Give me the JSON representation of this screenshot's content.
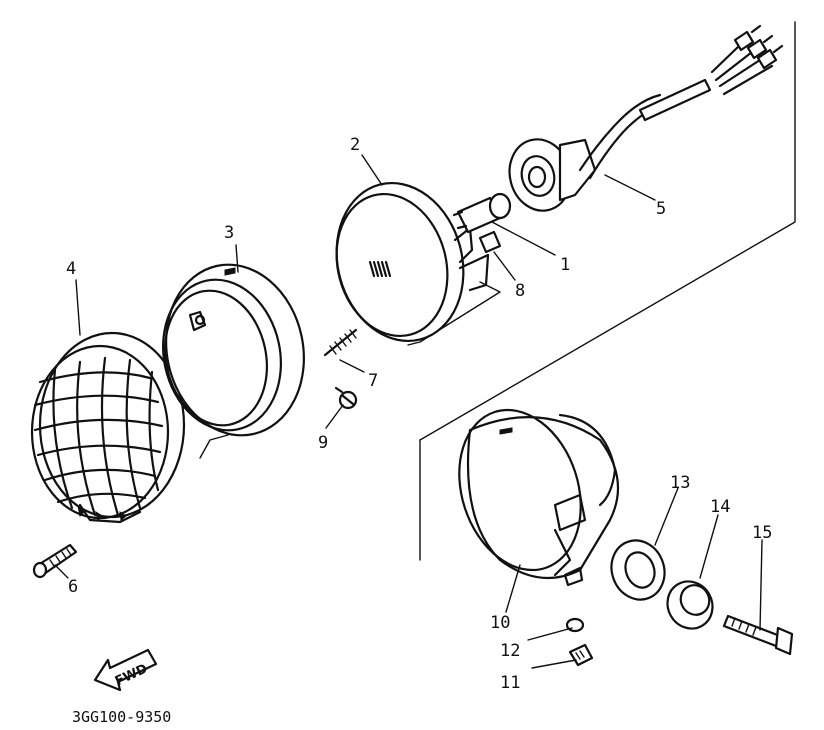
{
  "diagram": {
    "code": "3GG100-9350",
    "direction_label": "FWD",
    "parts": [
      {
        "id": "p1",
        "number": "1"
      },
      {
        "id": "p2",
        "number": "2"
      },
      {
        "id": "p3",
        "number": "3"
      },
      {
        "id": "p4",
        "number": "4"
      },
      {
        "id": "p5",
        "number": "5"
      },
      {
        "id": "p6",
        "number": "6"
      },
      {
        "id": "p7",
        "number": "7"
      },
      {
        "id": "p8",
        "number": "8"
      },
      {
        "id": "p9",
        "number": "9"
      },
      {
        "id": "p10",
        "number": "10"
      },
      {
        "id": "p11",
        "number": "11"
      },
      {
        "id": "p12",
        "number": "12"
      },
      {
        "id": "p13",
        "number": "13"
      },
      {
        "id": "p14",
        "number": "14"
      },
      {
        "id": "p15",
        "number": "15"
      }
    ]
  }
}
